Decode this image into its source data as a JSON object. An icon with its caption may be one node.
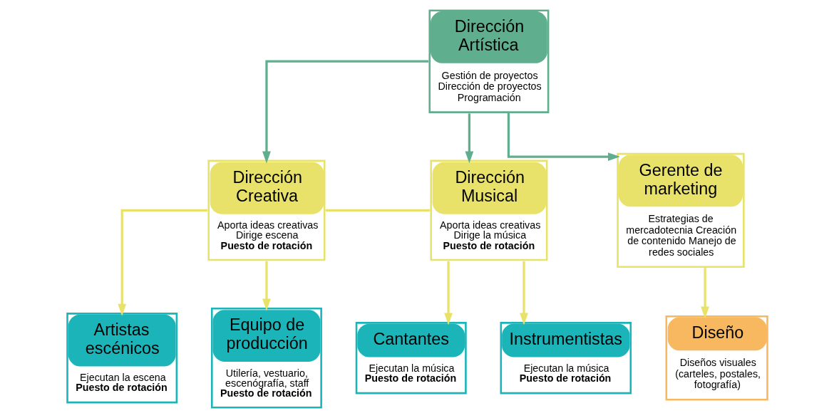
{
  "diagram": {
    "nodes": [
      {
        "text": [
          "Dirección Artística",
          "Gestión de proyectos Dirección de proyectos Programación"
        ]
      },
      {
        "text": [
          "Dirección Creativa",
          "Aporta ideas creativas Dirige escena",
          "Puesto de rotación"
        ]
      },
      {
        "text": [
          "Dirección Musical",
          "Aporta ideas creativas Dirige la música",
          "Puesto de rotación"
        ]
      },
      {
        "text": [
          "Gerente de marketing",
          "Estrategias de mercadotecnia Creación de contenido Manejo de redes sociales"
        ]
      },
      {
        "text": [
          "Diseño",
          "Diseños visuales (carteles, postales, fotografía)"
        ]
      },
      {
        "text": [
          "Artistas escénicos",
          "Ejecutan la escena",
          "Puesto de rotación"
        ]
      },
      {
        "text": [
          "Equipo de producción",
          "Utilería, vestuario, escenógrafía, staff",
          "Puesto de rotación"
        ]
      },
      {
        "text": [
          "Cantantes",
          "Ejecutan la música",
          "Puesto de rotación"
        ]
      },
      {
        "text": [
          "Instrumentistas",
          "Ejecutan la música",
          "Puesto de rotación"
        ]
      }
    ],
    "edges": [
      {
        "from": 0,
        "to": 1,
        "arrow": "to",
        "color": "#5fae8e"
      },
      {
        "from": 0,
        "to": 2,
        "arrow": "to",
        "color": "#5fae8e"
      },
      {
        "from": 0,
        "to": 3,
        "arrow": "to",
        "color": "#5fae8e"
      },
      {
        "from": 1,
        "to": 2,
        "arrow": "none"
      },
      {
        "from": 3,
        "to": 4,
        "arrow": "to"
      },
      {
        "from": 1,
        "to": 5,
        "arrow": "to"
      },
      {
        "from": 1,
        "to": 6,
        "arrow": "to"
      },
      {
        "from": 2,
        "to": 7,
        "arrow": "to"
      },
      {
        "from": 2,
        "to": 8,
        "arrow": "to"
      }
    ]
  }
}
